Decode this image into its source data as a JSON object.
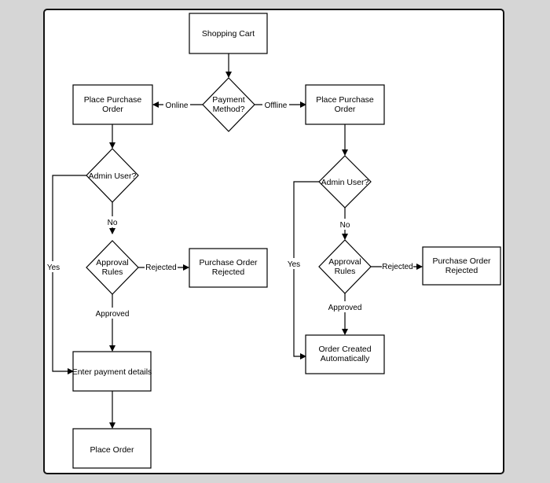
{
  "nodes": {
    "shopping_cart": "Shopping Cart",
    "payment_method": [
      "Payment",
      "Method?"
    ],
    "place_po_left": [
      "Place Purchase",
      "Order"
    ],
    "place_po_right": [
      "Place Purchase",
      "Order"
    ],
    "admin_user_left": "Admin User?",
    "admin_user_right": "Admin User?",
    "approval_rules_left": [
      "Approval",
      "Rules"
    ],
    "approval_rules_right": [
      "Approval",
      "Rules"
    ],
    "po_rejected_left": [
      "Purchase Order",
      "Rejected"
    ],
    "po_rejected_right": [
      "Purchase Order",
      "Rejected"
    ],
    "enter_payment": "Enter payment details",
    "place_order": "Place Order",
    "order_created": [
      "Order Created",
      "Automatically"
    ]
  },
  "edges": {
    "online": "Online",
    "offline": "Offline",
    "yes_left": "Yes",
    "no_left": "No",
    "rejected_left": "Rejected",
    "approved_left": "Approved",
    "yes_right": "Yes",
    "no_right": "No",
    "rejected_right": "Rejected",
    "approved_right": "Approved"
  },
  "colors": {
    "background": "#d6d6d6",
    "canvas": "#ffffff",
    "stroke": "#000000"
  }
}
